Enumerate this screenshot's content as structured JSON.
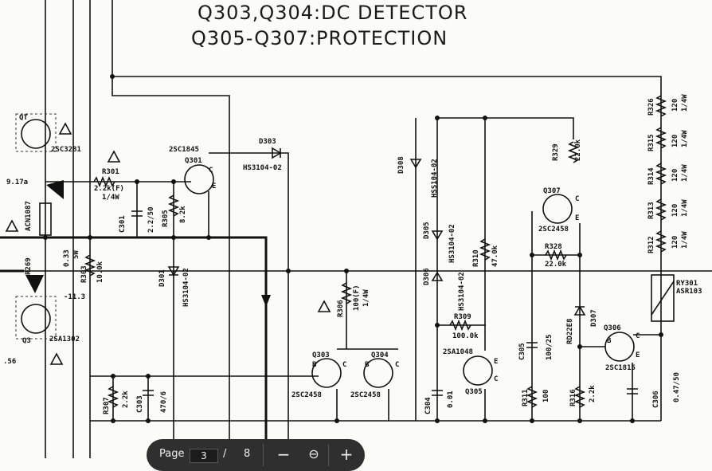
{
  "title_lines": [
    "Q303,Q304:DC DETECTOR",
    "Q305-Q307:PROTECTION"
  ],
  "components": {
    "q301": "Q301",
    "q301_type": "2SC1845",
    "q303": "Q303",
    "q304": "Q304",
    "q303_type": "2SC2458",
    "q304_type": "2SC2458",
    "q305": "Q305",
    "q305_type": "2SA1048",
    "q306": "Q306",
    "q306_type": "2SC1815",
    "q307": "Q307",
    "q307_type": "2SC2458",
    "left_q_top": "2SC3281",
    "left_q_bottom": "2SA1302",
    "q_top_lbl": "QT",
    "q_bot_lbl": "Q3",
    "r301": "R301",
    "r301_val": "2.2k(F)",
    "r301_w": "1/4W",
    "c301": "C301",
    "c301_val": "2.2/50",
    "r305": "R305",
    "r305_val": "8.2k",
    "d301": "D301",
    "d301_type": "HS3104-02",
    "d303": "D303",
    "d303_type": "HS3104-02",
    "d305": "D305",
    "d305_type": "HS3104-02",
    "d306": "D306",
    "d306_type": "HS3104-02",
    "d308": "D308",
    "d308_type": "HSS104-02",
    "d307": "D307",
    "d307_type": "RD22E8",
    "r303": "R303",
    "r303_val": "10.0k",
    "r306": "R306",
    "r306_val": "100(F)",
    "r306_w": "1/4W",
    "r307": "R307",
    "r307_val": "2.2k",
    "c303": "C303",
    "c303_val": "470/6",
    "r309": "R309",
    "r309_val": "100.0k",
    "r310": "R310",
    "r310_val": "47.0k",
    "c304": "C304",
    "c304_val": "0.01",
    "c305": "C305",
    "c305_val": "100/25",
    "r311": "R311",
    "r311_val": "100",
    "r316": "R316",
    "r316_val": "2.2k",
    "r328": "R328",
    "r328_val": "22.0k",
    "r329": "R329",
    "r329_val": "22.0k",
    "c306": "C306",
    "c306_val": "0.47/50",
    "r312": "R312",
    "r313": "R313",
    "r314": "R314",
    "r315": "R315",
    "r326": "R326",
    "rr_val": "120",
    "rr_w": "1/4W",
    "ry301": "RY301",
    "ry301_type": "ASR103",
    "acn": "ACN1087",
    "r269": "R269",
    "r033": "0.33",
    "r5w": "5W",
    "v917": "9.17a",
    "v113": "-11.3",
    "v56": ".56",
    "pin_b": "B",
    "pin_c": "C",
    "pin_e": "E"
  },
  "toolbar": {
    "page_label": "Page",
    "page_value": "3",
    "page_sep": "/",
    "page_total": "8",
    "zoom_out": "−",
    "zoom_reset": "⊖",
    "zoom_in": "+"
  }
}
